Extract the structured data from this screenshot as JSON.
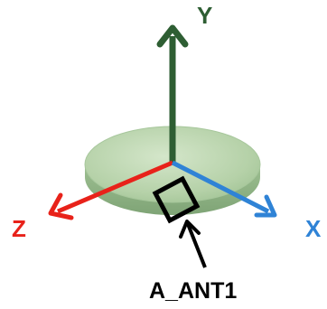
{
  "axes": {
    "y": {
      "label": "Y",
      "color": "#2e5e33"
    },
    "z": {
      "label": "Z",
      "color": "#e8221a"
    },
    "x": {
      "label": "X",
      "color": "#2f83d6"
    }
  },
  "component": {
    "label": "A_ANT1",
    "marker_color": "#000000"
  },
  "disc": {
    "top_color": "#b7d3aa",
    "side_color": "#8fb286",
    "edge_color": "#9ebf94"
  }
}
